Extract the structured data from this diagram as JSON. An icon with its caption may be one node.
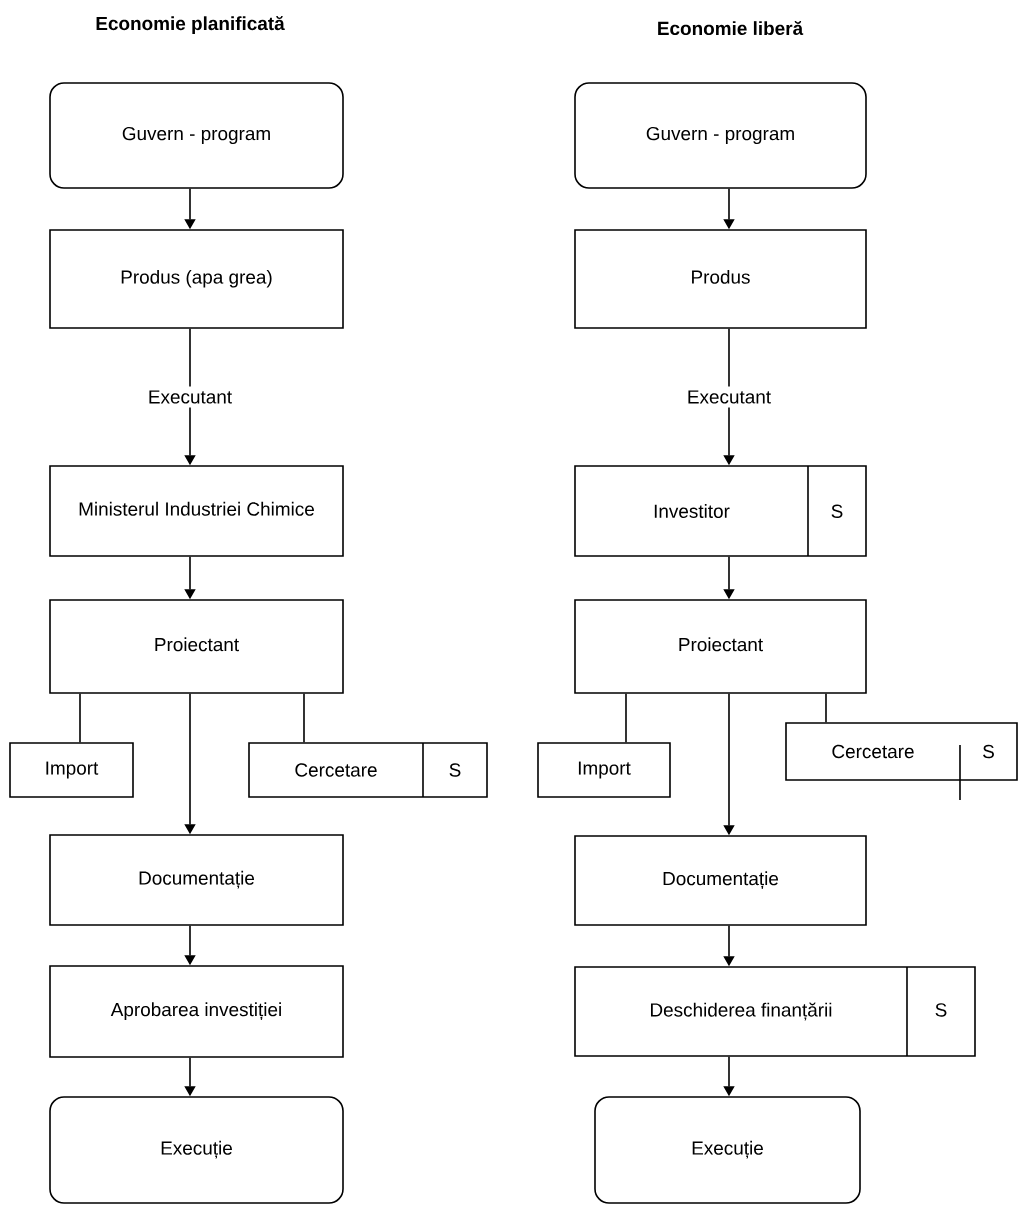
{
  "diagram": {
    "nodes": [
      {
        "text": [
          "Guvern - program"
        ]
      },
      {
        "text": [
          "Produs (apa grea)"
        ]
      },
      {
        "text": [
          "Ministerul Industriei Chimice"
        ]
      },
      {
        "text": [
          "Proiectant"
        ]
      },
      {
        "text": [
          "Import"
        ]
      },
      {
        "text": [
          "Cercetare",
          "S"
        ]
      },
      {
        "text": [
          "Documentație"
        ]
      },
      {
        "text": [
          "Aprobarea investiției"
        ]
      },
      {
        "text": [
          "Execuție"
        ]
      },
      {
        "text": [
          "Guvern - program"
        ]
      },
      {
        "text": [
          "Produs"
        ]
      },
      {
        "text": [
          "Investitor",
          "S"
        ]
      },
      {
        "text": [
          "Proiectant"
        ]
      },
      {
        "text": [
          "Import"
        ]
      },
      {
        "text": [
          "Cercetare",
          "S"
        ]
      },
      {
        "text": [
          "Documentație"
        ]
      },
      {
        "text": [
          "Deschiderea finanțării",
          "S"
        ]
      },
      {
        "text": [
          "Execuție"
        ]
      }
    ],
    "edges": [
      {
        "from": 0,
        "to": 1,
        "arrow": "to"
      },
      {
        "from": 1,
        "to": 2,
        "arrow": "to",
        "label": "Executant"
      },
      {
        "from": 2,
        "to": 3,
        "arrow": "to"
      },
      {
        "from": 3,
        "to": 4,
        "arrow": "none"
      },
      {
        "from": 3,
        "to": 5,
        "arrow": "none"
      },
      {
        "from": 3,
        "to": 6,
        "arrow": "to"
      },
      {
        "from": 6,
        "to": 7,
        "arrow": "to"
      },
      {
        "from": 7,
        "to": 8,
        "arrow": "to"
      },
      {
        "from": 9,
        "to": 10,
        "arrow": "to"
      },
      {
        "from": 10,
        "to": 11,
        "arrow": "to",
        "label": "Executant"
      },
      {
        "from": 11,
        "to": 12,
        "arrow": "to"
      },
      {
        "from": 12,
        "to": 13,
        "arrow": "none"
      },
      {
        "from": 12,
        "to": 14,
        "arrow": "none"
      },
      {
        "from": 12,
        "to": 15,
        "arrow": "to"
      },
      {
        "from": 15,
        "to": 16,
        "arrow": "to"
      },
      {
        "from": 16,
        "to": 17,
        "arrow": "to"
      }
    ],
    "labels": [
      "Economie planificată",
      "Economie liberă"
    ]
  }
}
